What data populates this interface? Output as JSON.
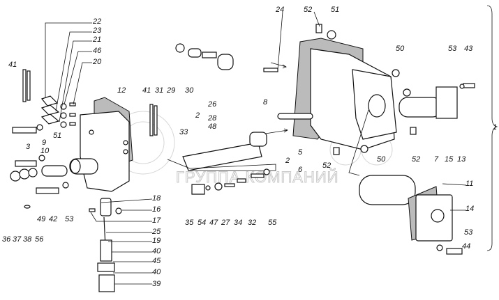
{
  "diagram": {
    "watermark": "ГРУППА КОМПАНИЙ",
    "labels": [
      "22",
      "23",
      "21",
      "46",
      "20",
      "41",
      "12",
      "41",
      "31",
      "51",
      "3",
      "9",
      "10",
      "36",
      "37",
      "38",
      "56",
      "49",
      "42",
      "53",
      "18",
      "16",
      "17",
      "25",
      "19",
      "40",
      "45",
      "40",
      "39",
      "29",
      "30",
      "26",
      "2",
      "28",
      "48",
      "33",
      "35",
      "54",
      "47",
      "27",
      "34",
      "32",
      "55",
      "24",
      "52",
      "8",
      "5",
      "2",
      "6",
      "52",
      "51",
      "50",
      "53",
      "43",
      "52",
      "7",
      "15",
      "13",
      "50",
      "1",
      "11",
      "14",
      "53",
      "44"
    ]
  }
}
